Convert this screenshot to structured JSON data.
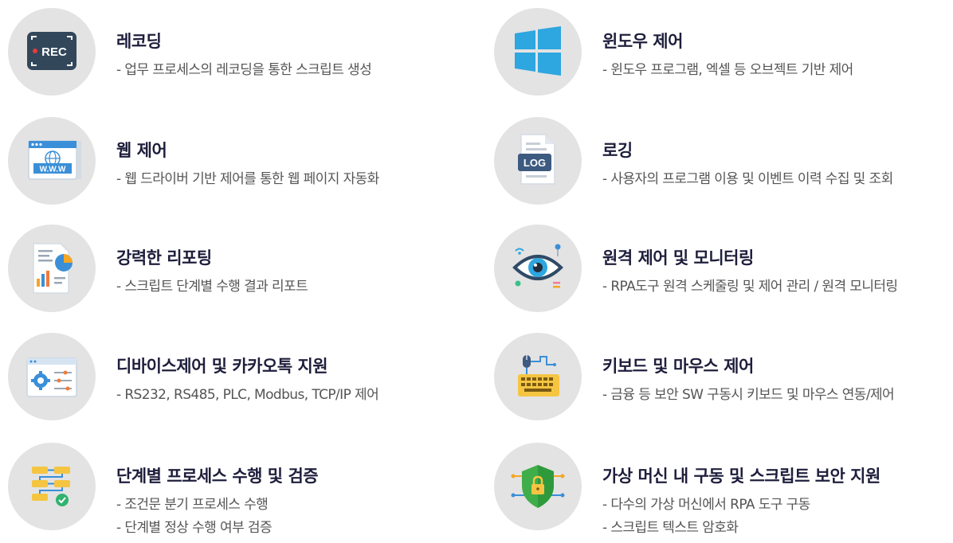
{
  "features": [
    {
      "title": "레코딩",
      "desc": [
        "- 업무 프로세스의 레코딩을 통한 스크립트 생성"
      ],
      "icon": "rec-icon",
      "icon_text": "REC"
    },
    {
      "title": "윈도우 제어",
      "desc": [
        "- 윈도우 프로그램, 엑셀 등 오브젝트 기반 제어"
      ],
      "icon": "windows-icon"
    },
    {
      "title": "웹 제어",
      "desc": [
        "- 웹 드라이버 기반 제어를 통한 웹 페이지 자동화"
      ],
      "icon": "web-icon",
      "icon_text": "W.W.W"
    },
    {
      "title": "로깅",
      "desc": [
        "- 사용자의 프로그램 이용 및 이벤트 이력 수집 및 조회"
      ],
      "icon": "log-file-icon",
      "icon_text": "LOG"
    },
    {
      "title": "강력한 리포팅",
      "desc": [
        "- 스크립트 단계별 수행 결과 리포트"
      ],
      "icon": "report-icon"
    },
    {
      "title": "원격 제어 및 모니터링",
      "desc": [
        "- RPA도구 원격 스케줄링 및 제어 관리 / 원격 모니터링"
      ],
      "icon": "eye-monitor-icon"
    },
    {
      "title": "디바이스제어  및 카카오톡 지원",
      "desc": [
        "- RS232, RS485, PLC, Modbus, TCP/IP 제어"
      ],
      "icon": "device-settings-icon"
    },
    {
      "title": "키보드 및 마우스 제어",
      "desc": [
        "- 금융 등 보안 SW 구동시 키보드 및 마우스 연동/제어"
      ],
      "icon": "keyboard-mouse-icon"
    },
    {
      "title": "단계별 프로세스 수행 및 검증",
      "desc": [
        "- 조건문 분기 프로세스 수행",
        "- 단계별 정상 수행 여부 검증"
      ],
      "icon": "process-flow-icon"
    },
    {
      "title": "가상 머신 내 구동 및 스크립트 보안 지원",
      "desc": [
        "- 다수의 가상 머신에서 RPA 도구 구동",
        "- 스크립트 텍스트 암호화"
      ],
      "icon": "security-shield-icon"
    }
  ],
  "colors": {
    "title": "#1e1e3c",
    "desc": "#555555",
    "circle": "#e3e3e3",
    "accent_blue": "#2ea6e0",
    "accent_navy": "#2f4a66"
  }
}
